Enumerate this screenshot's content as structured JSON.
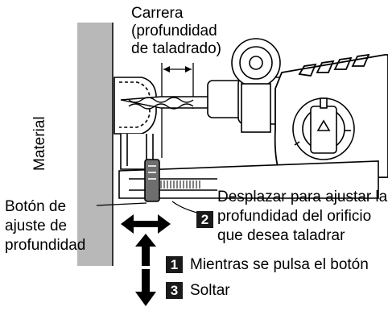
{
  "labels": {
    "stroke": [
      "Carrera",
      "(profundidad",
      "de taladrado)"
    ],
    "material": "Material",
    "depth_button": [
      "Botón de",
      "ajuste de",
      "profundidad"
    ],
    "slide_instruction": [
      "Desplazar para ajustar la",
      "profundidad del orificio",
      "que desea taladrar"
    ],
    "step1": "Mientras se pulsa el botón",
    "step3": "Soltar"
  },
  "badges": {
    "step1": "1",
    "step2": "2",
    "step3": "3"
  },
  "colors": {
    "line": "#000000",
    "wall": "#b8b8b8",
    "badge": "#1a1a1a",
    "tool_fill": "#ffffff"
  }
}
